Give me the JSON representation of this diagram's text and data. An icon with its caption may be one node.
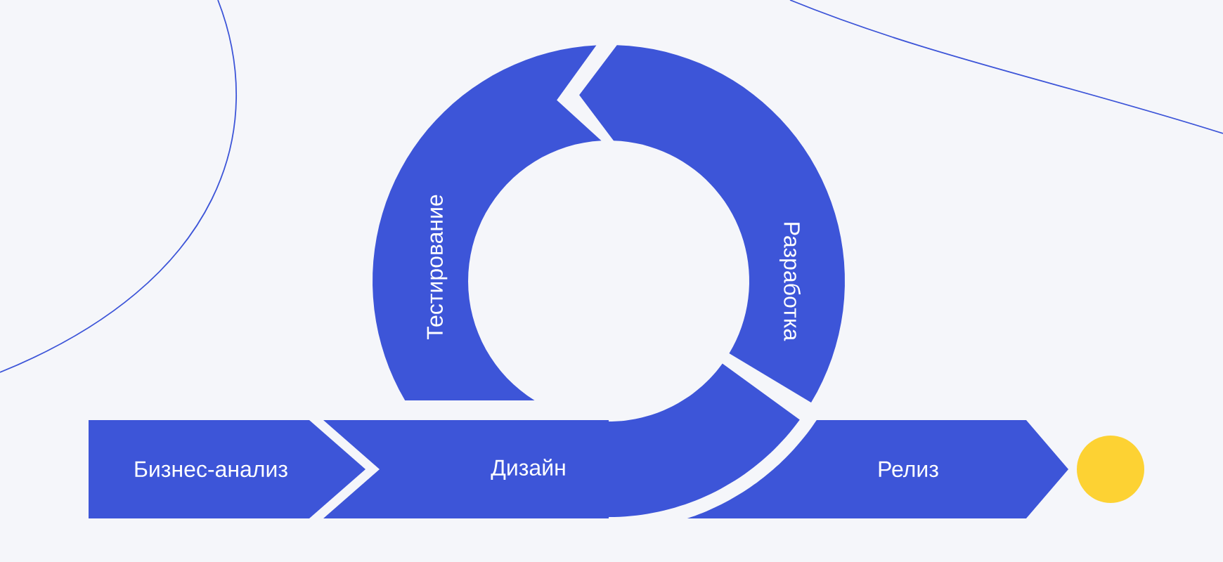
{
  "diagram": {
    "nodes": [
      {
        "text": [
          "Бизнес-анализ"
        ]
      },
      {
        "text": [
          "Дизайн"
        ]
      },
      {
        "text": [
          "Разработка"
        ]
      },
      {
        "text": [
          "Тестирование"
        ]
      },
      {
        "text": [
          "Релиз"
        ]
      },
      {
        "text": [],
        "shape": "circle"
      }
    ]
  }
}
